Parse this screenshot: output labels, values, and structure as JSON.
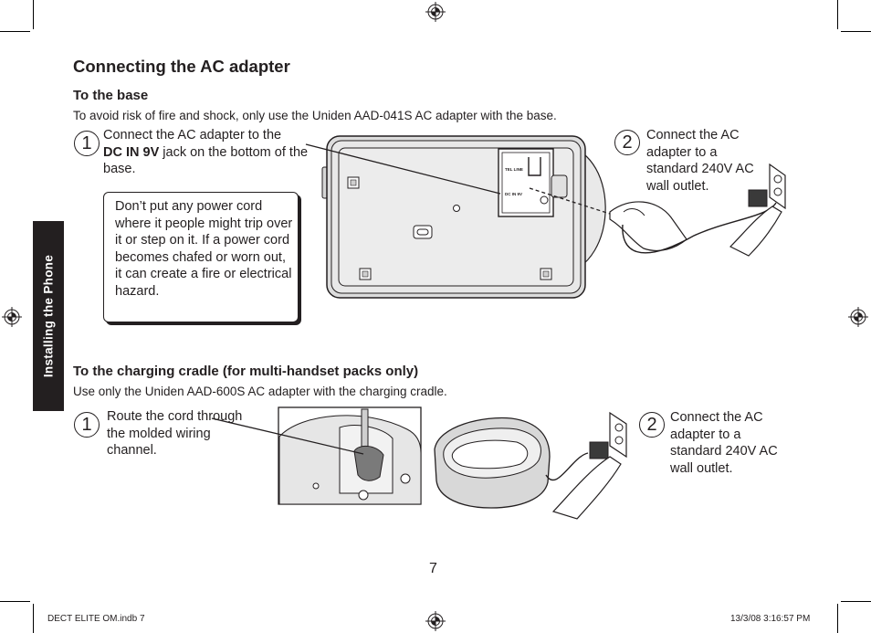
{
  "page": {
    "section_tab": "Installing the Phone",
    "title": "Connecting the AC adapter",
    "page_number": "7"
  },
  "base_section": {
    "heading": "To the base",
    "intro": "To avoid risk of fire and shock, only use the Uniden AAD-041S AC adapter with the base.",
    "step1_number": "1",
    "step1_pre": "Connect the AC adapter to the",
    "step1_bold": "DC IN 9V",
    "step1_post": " jack on the bottom of the base.",
    "step2_number": "2",
    "step2_text": "Connect the AC adapter to a standard 240V AC wall outlet.",
    "warning": "Don’t put any power cord where it people might trip over it or step on it. If a power cord becomes chafed or worn out, it can create a fire or electrical hazard.",
    "jack_label": "DC IN 9V",
    "tel_label": "TEL LINE"
  },
  "cradle_section": {
    "heading": "To the charging cradle (for multi-handset packs only)",
    "intro": "Use only the Uniden AAD-600S AC adapter with the charging cradle.",
    "step1_number": "1",
    "step1_text": "Route the cord through the molded wiring channel.",
    "step2_number": "2",
    "step2_text": "Connect the AC adapter to a standard 240V AC wall outlet."
  },
  "footer": {
    "file": "DECT ELITE OM.indb   7",
    "timestamp": "13/3/08   3:16:57 PM"
  },
  "icons": [
    "registration-mark-icon",
    "crop-mark-icon"
  ]
}
